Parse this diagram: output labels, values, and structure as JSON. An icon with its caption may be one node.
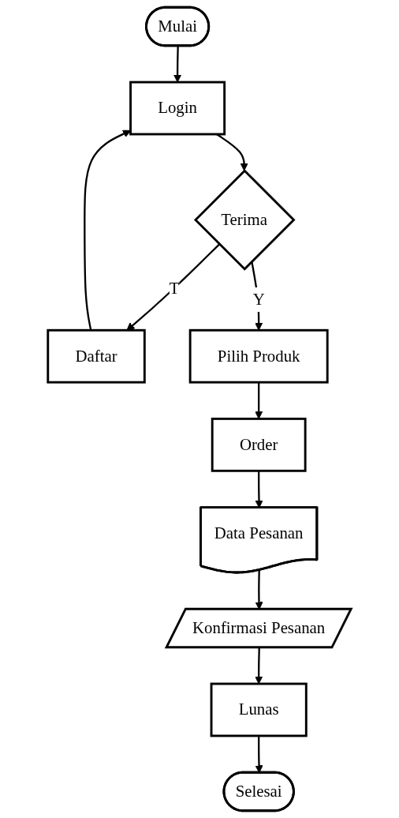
{
  "diagram": {
    "nodes": [
      {
        "text": [
          "Mulai"
        ]
      },
      {
        "text": [
          "Login"
        ]
      },
      {
        "text": [
          "Terima"
        ]
      },
      {
        "text": [
          "Daftar"
        ]
      },
      {
        "text": [
          "Pilih Produk"
        ]
      },
      {
        "text": [
          "Order"
        ]
      },
      {
        "text": [
          "Data Pesanan"
        ]
      },
      {
        "text": [
          "Konfirmasi Pesanan"
        ]
      },
      {
        "text": [
          "Lunas"
        ]
      },
      {
        "text": [
          "Selesai"
        ]
      }
    ],
    "edges": [
      {
        "from": 0,
        "to": 1,
        "arrow": "to"
      },
      {
        "from": 1,
        "to": 2,
        "arrow": "to"
      },
      {
        "from": 2,
        "to": 3,
        "arrow": "to",
        "label": "T"
      },
      {
        "from": 3,
        "to": 1,
        "arrow": "to"
      },
      {
        "from": 2,
        "to": 4,
        "arrow": "to",
        "label": "Y"
      },
      {
        "from": 4,
        "to": 5,
        "arrow": "to"
      },
      {
        "from": 5,
        "to": 6,
        "arrow": "to"
      },
      {
        "from": 6,
        "to": 7,
        "arrow": "to"
      },
      {
        "from": 7,
        "to": 8,
        "arrow": "to"
      },
      {
        "from": 8,
        "to": 9,
        "arrow": "to"
      }
    ]
  }
}
